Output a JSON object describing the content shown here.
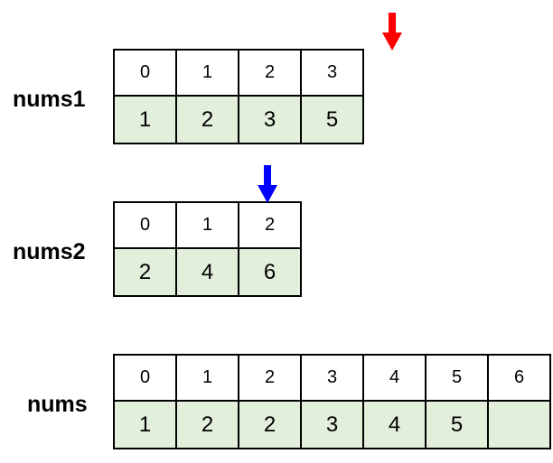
{
  "arrays": {
    "nums1": {
      "label": "nums1",
      "indices": [
        "0",
        "1",
        "2",
        "3"
      ],
      "values": [
        "1",
        "2",
        "3",
        "5"
      ]
    },
    "nums2": {
      "label": "nums2",
      "indices": [
        "0",
        "1",
        "2"
      ],
      "values": [
        "2",
        "4",
        "6"
      ]
    },
    "nums": {
      "label": "nums",
      "indices": [
        "0",
        "1",
        "2",
        "3",
        "4",
        "5",
        "6"
      ],
      "values": [
        "1",
        "2",
        "2",
        "3",
        "4",
        "5",
        ""
      ]
    }
  },
  "pointers": {
    "nums1_pointer": {
      "color": "#ff0000",
      "icon": "down-arrow-icon",
      "points_at_index": 4
    },
    "nums2_pointer": {
      "color": "#0000ff",
      "icon": "down-arrow-icon",
      "points_at_index": 2
    }
  },
  "colors": {
    "value_cell_fill": "#e2efda",
    "index_cell_fill": "#ffffff",
    "border": "#000000"
  }
}
